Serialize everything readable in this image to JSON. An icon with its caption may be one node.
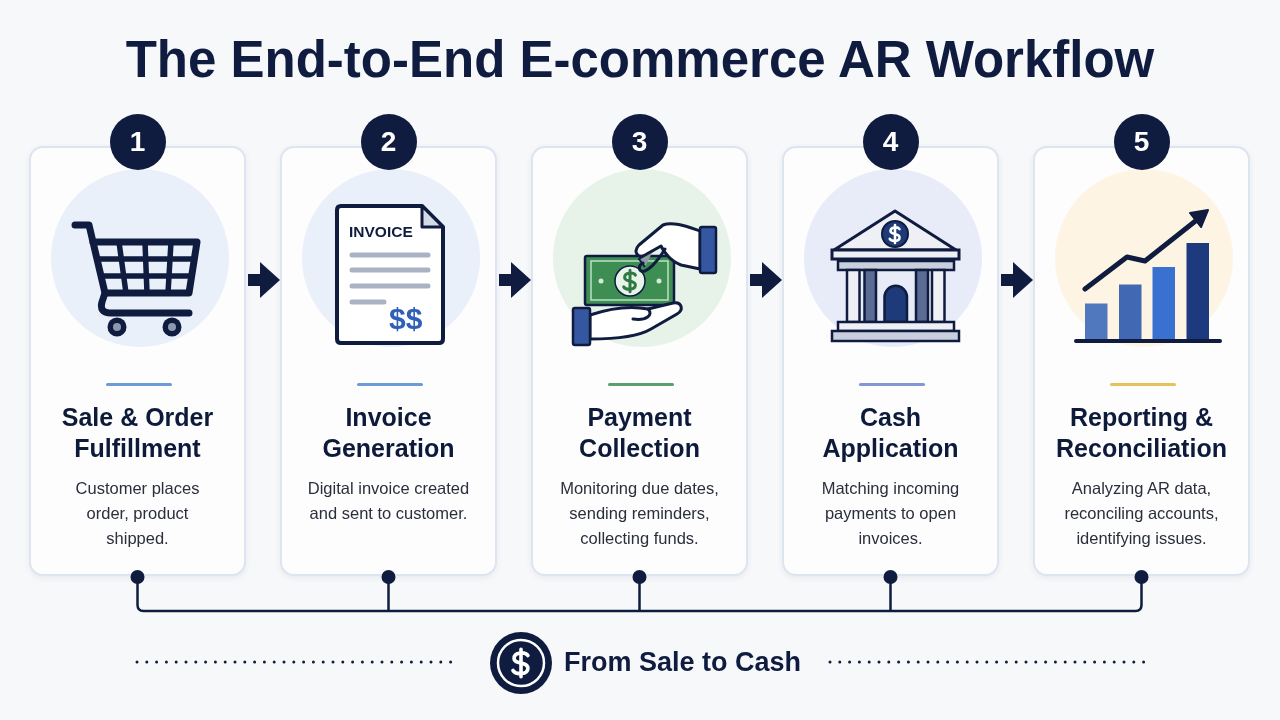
{
  "diagram": {
    "title": "The End-to-End E-commerce AR Workflow",
    "nodes": [
      {
        "text": [
          "Sale & Order Fulfillment",
          "Customer places order, product shipped."
        ],
        "beside": [
          "1"
        ]
      },
      {
        "text": [
          "Invoice Generation",
          "Digital invoice created and sent to customer."
        ],
        "beside": [
          "2"
        ]
      },
      {
        "text": [
          "Payment Collection",
          "Monitoring due dates, sending reminders, collecting funds."
        ],
        "beside": [
          "3"
        ]
      },
      {
        "text": [
          "Cash Application",
          "Matching incoming payments to open invoices."
        ],
        "beside": [
          "4"
        ]
      },
      {
        "text": [
          "Reporting & Reconciliation",
          "Analyzing AR data, reconciling accounts, identifying issues."
        ],
        "beside": [
          "5"
        ]
      }
    ],
    "edges": [
      {
        "from": 0,
        "to": 1,
        "arrow": "to"
      },
      {
        "from": 1,
        "to": 2,
        "arrow": "to"
      },
      {
        "from": 2,
        "to": 3,
        "arrow": "to"
      },
      {
        "from": 3,
        "to": 4,
        "arrow": "to"
      }
    ],
    "labels": [
      "INVOICE",
      "$$",
      "From Sale to Cash"
    ]
  }
}
